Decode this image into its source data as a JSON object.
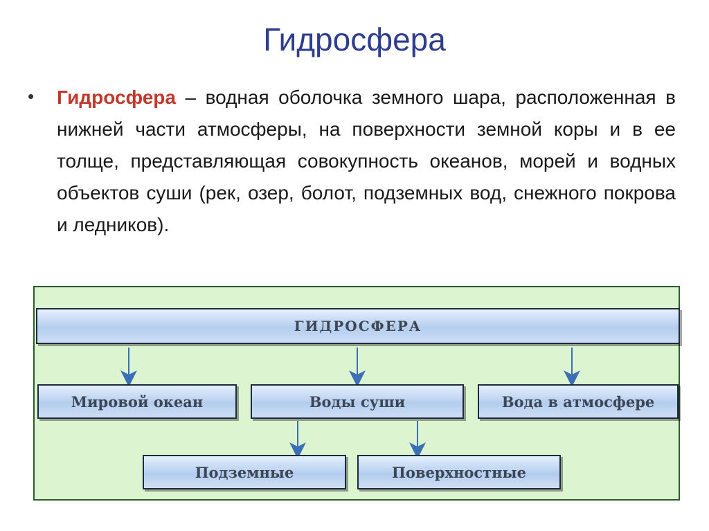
{
  "slide": {
    "title": "Гидросфера",
    "bullet_term": "Гидросфера",
    "bullet_text": " – водная оболочка земного шара, расположенная в нижней части атмосферы, на поверхности земной коры и в ее толще, представляющая совокупность океанов, морей и водных объектов суши (рек, озер, болот, подземных вод, снежного покрова и ледников)."
  },
  "diagram": {
    "root": "ГИДРОСФЕРА",
    "level1": [
      "Мировой океан",
      "Воды суши",
      "Вода в атмосфере"
    ],
    "level2": [
      "Подземные",
      "Поверхностные"
    ],
    "colors": {
      "panel": "#dcf5d0",
      "box": "#b4cdee",
      "arrow": "#3b6fb6",
      "title": "#2e3d8f",
      "term": "#c0392b"
    }
  }
}
